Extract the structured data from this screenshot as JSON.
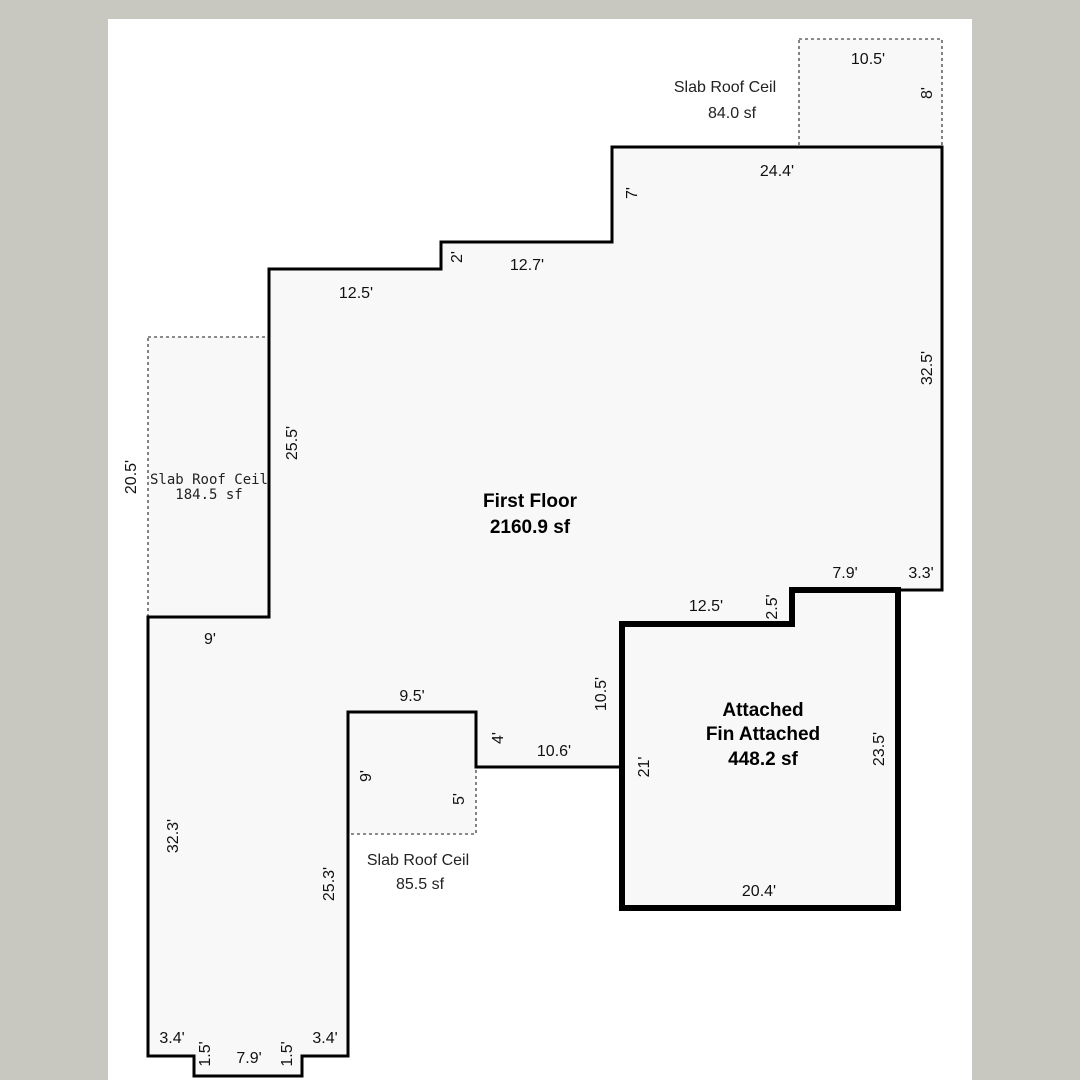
{
  "rooms": {
    "first_floor": {
      "name": "First Floor",
      "area": "2160.9 sf"
    },
    "attached": {
      "name": "Attached",
      "subname": "Fin Attached",
      "area": "448.2 sf"
    },
    "slab_top": {
      "name": "Slab Roof Ceil",
      "area": "84.0 sf"
    },
    "slab_left": {
      "name": "Slab Roof Ceil",
      "area": "184.5 sf"
    },
    "slab_bottom": {
      "name": "Slab Roof Ceil",
      "area": "85.5 sf"
    }
  },
  "dimensions": {
    "top_slab_width": "10.5'",
    "top_slab_height": "8'",
    "top_wall": "24.4'",
    "step_7": "7'",
    "step_2": "2'",
    "wall_12_7": "12.7'",
    "wall_12_5_top": "12.5'",
    "right_wall": "32.5'",
    "left_upper_wall": "25.5'",
    "left_slab_height": "20.5'",
    "wall_9": "9'",
    "wall_7_9_right": "7.9'",
    "wall_3_3": "3.3'",
    "wall_12_5_mid": "12.5'",
    "step_2_5": "2.5'",
    "wall_10_5": "10.5'",
    "wall_9_5": "9.5'",
    "step_4": "4'",
    "wall_10_6": "10.6'",
    "attached_left": "21'",
    "attached_right": "23.5'",
    "attached_bottom": "20.4'",
    "bottom_slab_left": "9'",
    "bottom_slab_right": "5'",
    "left_lower_wall": "32.3'",
    "inner_wall_25_3": "25.3'",
    "bottom_3_4_left": "3.4'",
    "bottom_1_5_left": "1.5'",
    "bottom_7_9": "7.9'",
    "bottom_1_5_right": "1.5'",
    "bottom_3_4_right": "3.4'"
  }
}
